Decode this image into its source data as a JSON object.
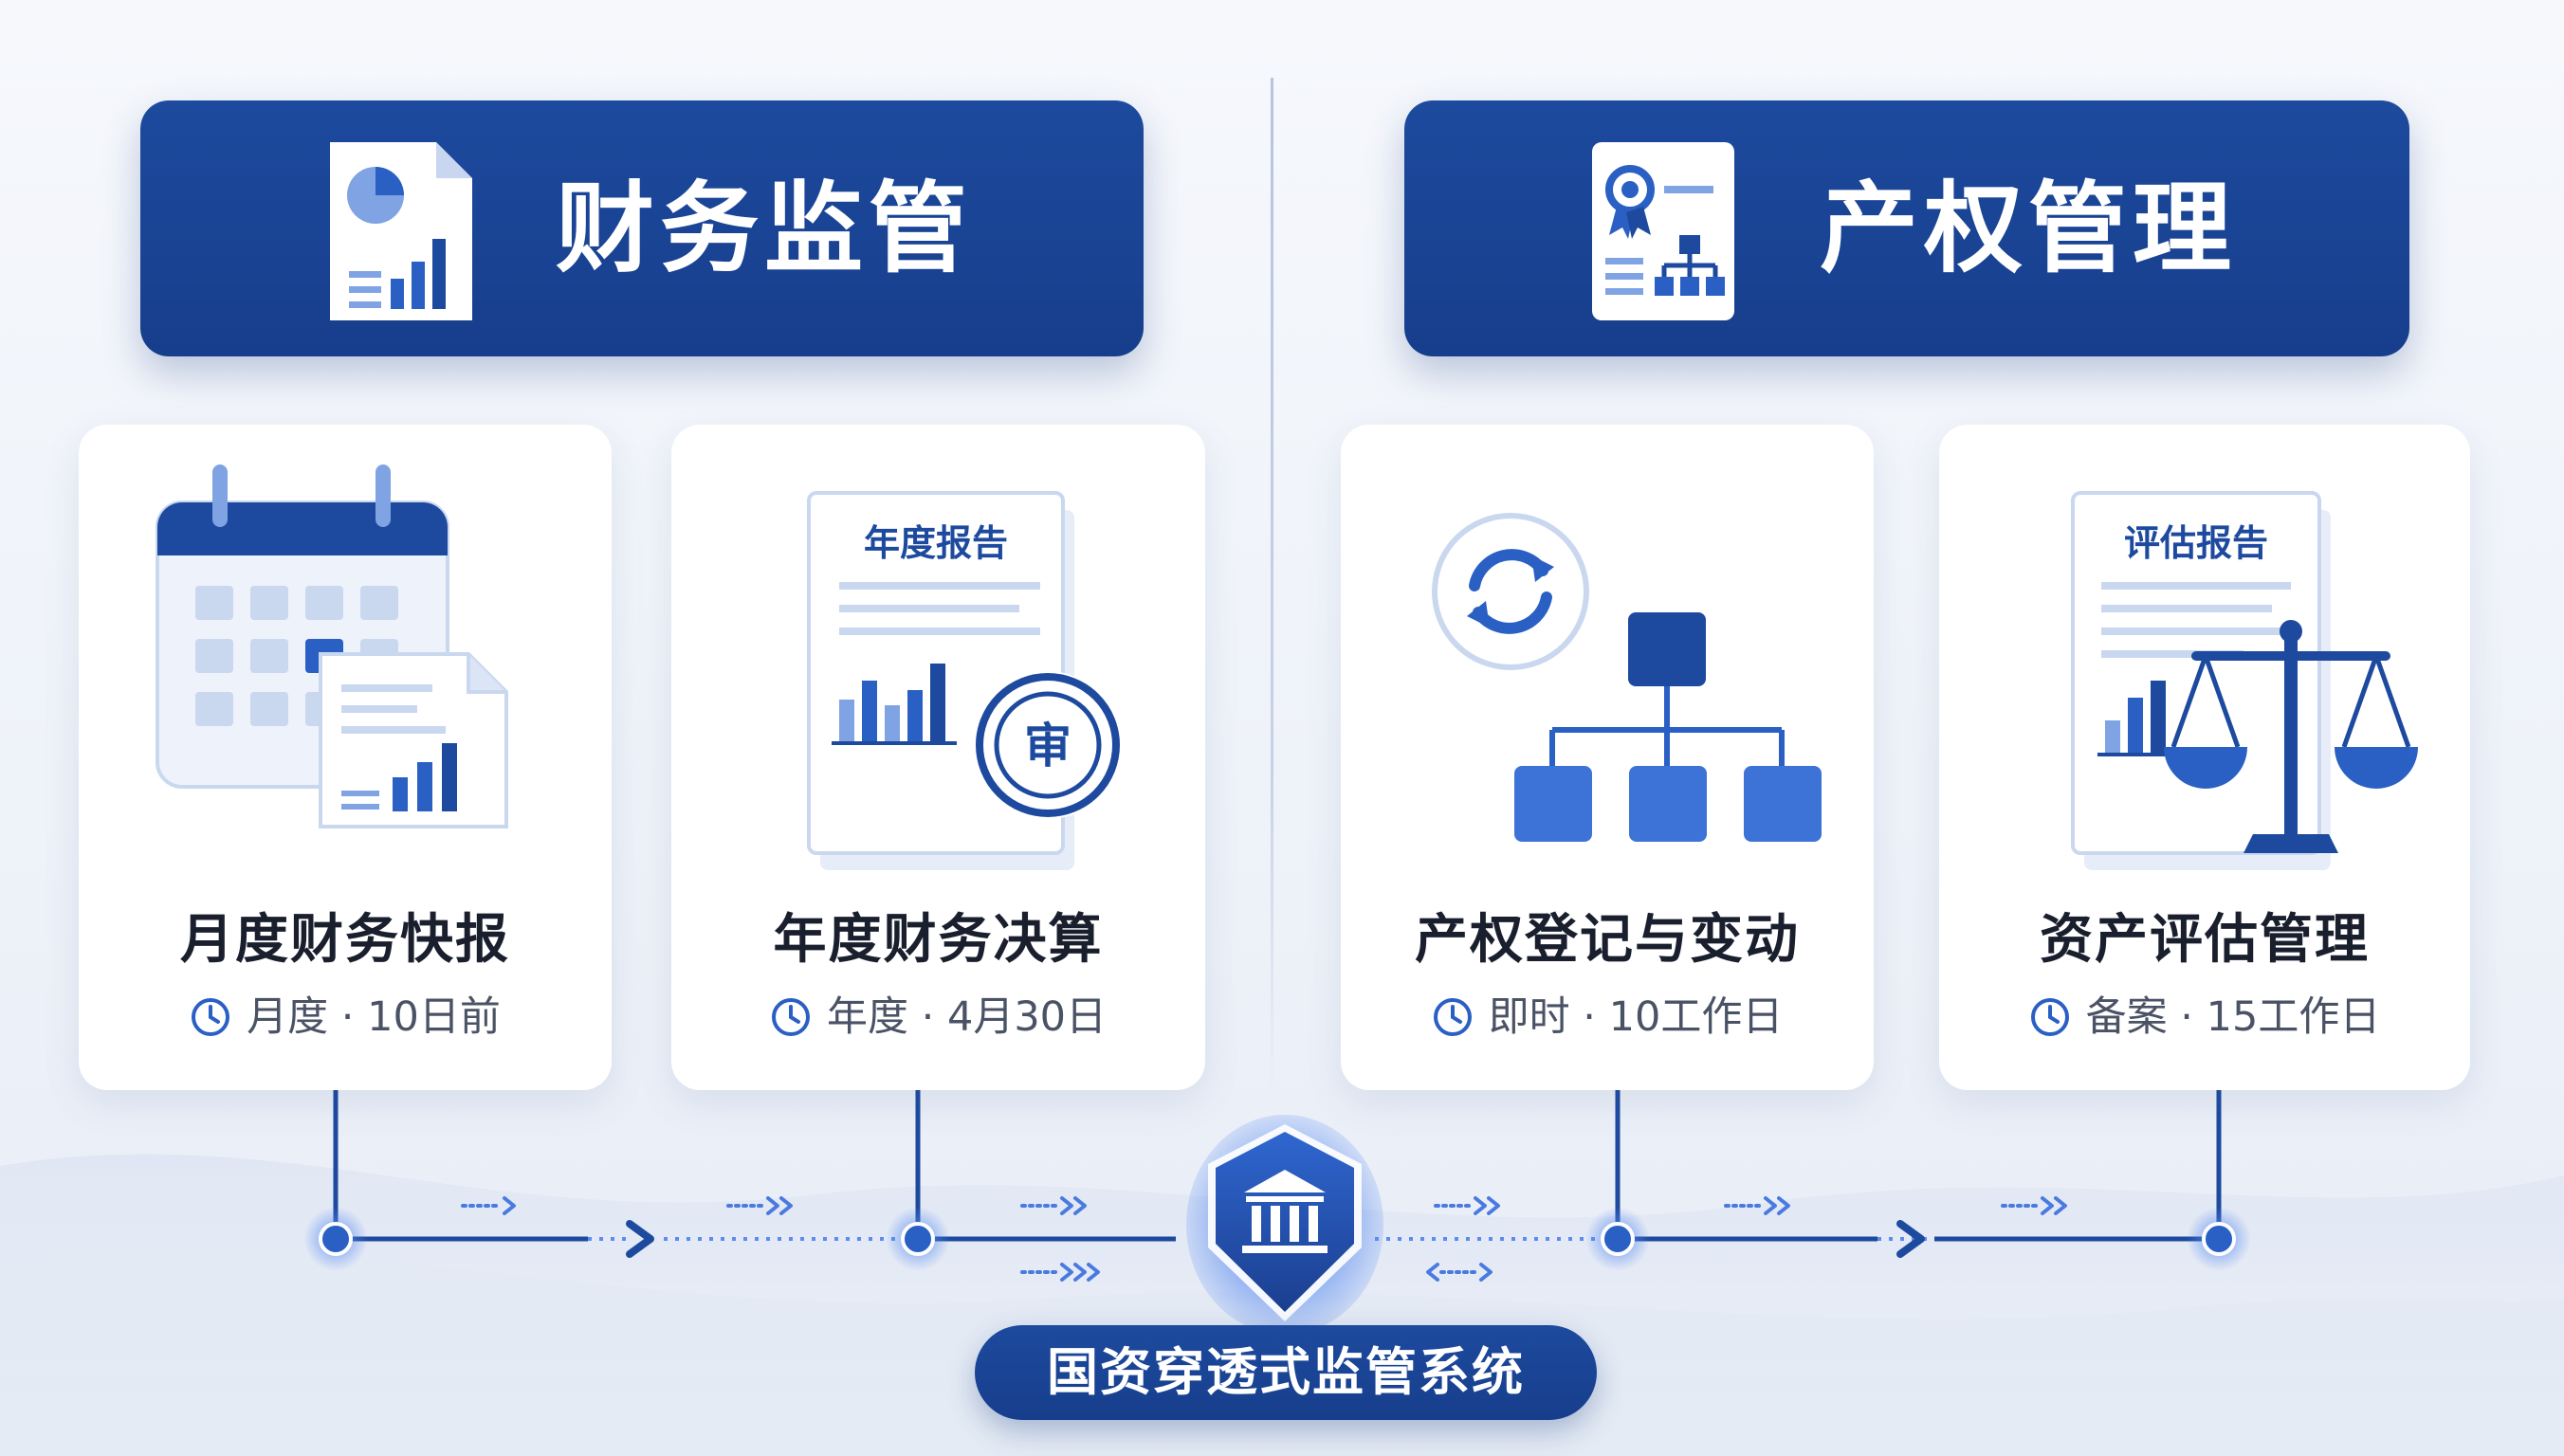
{
  "colors": {
    "navy": "#173e8c",
    "blue": "#2a5fc4",
    "light_blue": "#7fa3e3",
    "pale_blue": "#dbe5f6",
    "text": "#1a1f2e",
    "muted": "#4a5265"
  },
  "banners": [
    {
      "title": "财务监管",
      "icon": "financial-report-icon"
    },
    {
      "title": "产权管理",
      "icon": "property-certificate-icon"
    }
  ],
  "cards": [
    {
      "title": "月度财务快报",
      "meta": "月度 · 10日前",
      "icon": "calendar-report-icon"
    },
    {
      "title": "年度财务决算",
      "meta": "年度 · 4月30日",
      "icon": "annual-report-audit-icon",
      "doc_heading": "年度报告",
      "stamp": "审"
    },
    {
      "title": "产权登记与变动",
      "meta": "即时 · 10工作日",
      "icon": "org-structure-sync-icon"
    },
    {
      "title": "资产评估管理",
      "meta": "备案 · 15工作日",
      "icon": "evaluation-report-scale-icon",
      "doc_heading": "评估报告"
    }
  ],
  "system": {
    "label": "国资穿透式监管系统",
    "icon": "government-building-icon"
  }
}
